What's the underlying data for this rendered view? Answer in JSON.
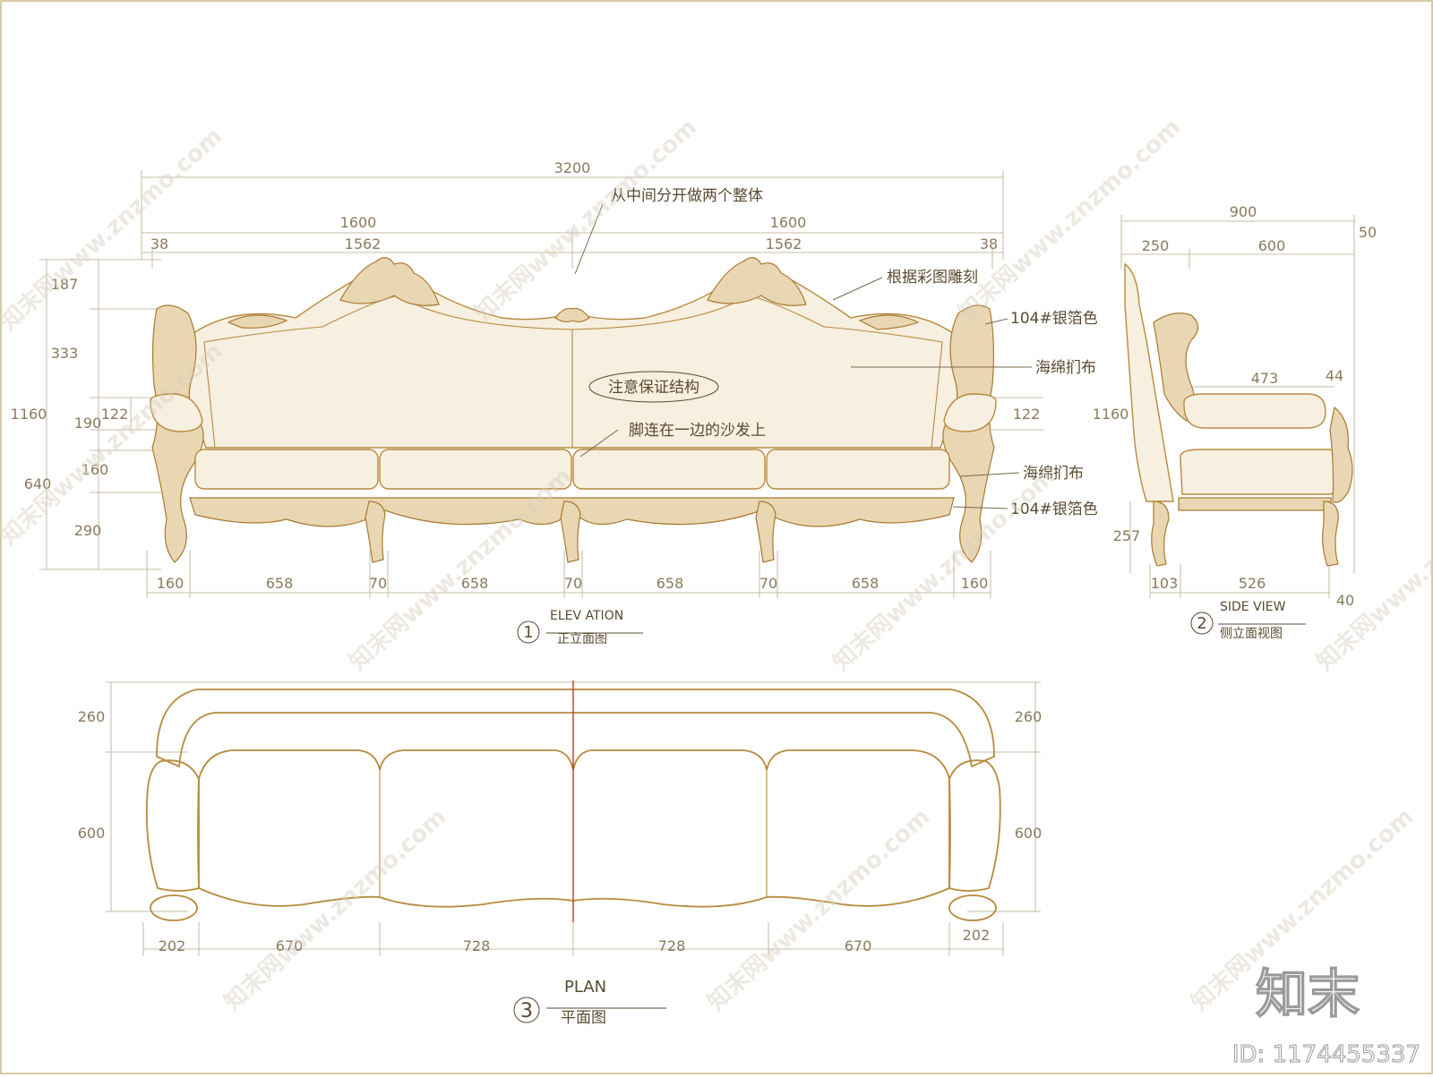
{
  "elevation": {
    "dims_top": {
      "overall": "3200",
      "half_left": "1600",
      "half_right": "1600",
      "side_left": "38",
      "side_right": "38",
      "inner_left": "1562",
      "inner_right": "1562"
    },
    "dims_left": [
      "187",
      "333",
      "1160",
      "122",
      "190",
      "160",
      "640",
      "290"
    ],
    "dims_right": [
      "122"
    ],
    "dims_bottom": [
      "160",
      "658",
      "70",
      "658",
      "70",
      "658",
      "70",
      "658",
      "160"
    ],
    "notes": {
      "split": "从中间分开做两个整体",
      "carve": "根据彩图雕刻",
      "silver_top": "104#银箔色",
      "foam_back": "海绵扪布",
      "structure": "注意保证结构",
      "legs": "脚连在一边的沙发上",
      "foam_seat": "海绵扪布",
      "silver_bottom": "104#银箔色"
    },
    "title": {
      "number": "1",
      "en": "ELEV ATION",
      "cn": "正立面图"
    }
  },
  "side_view": {
    "dims_top": [
      "900",
      "250",
      "600",
      "50"
    ],
    "dims_mid": [
      "473",
      "44",
      "1160"
    ],
    "dims_left": [
      "257"
    ],
    "dims_bottom": [
      "103",
      "526",
      "40"
    ],
    "title": {
      "number": "2",
      "en": "SIDE VIEW",
      "cn": "侧立面视图"
    }
  },
  "plan": {
    "dims_left": [
      "260",
      "600"
    ],
    "dims_right": [
      "260",
      "600"
    ],
    "dims_bottom": [
      "202",
      "670",
      "728",
      "728",
      "670",
      "202"
    ],
    "title": {
      "number": "3",
      "en": "PLAN",
      "cn": "平面图"
    }
  },
  "watermark": {
    "text": "知末网www.znzmo.com",
    "logo": "知末",
    "id": "ID: 1174455337"
  }
}
